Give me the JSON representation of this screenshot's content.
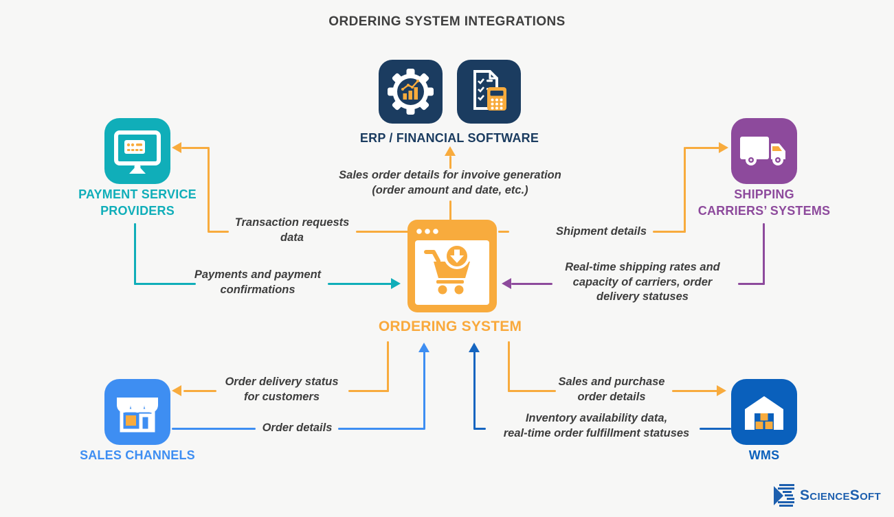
{
  "title": "ORDERING SYSTEM INTEGRATIONS",
  "palette": {
    "background": "#f7f7f6",
    "orange": "#f8ab3d",
    "teal": "#10aeb9",
    "purple": "#8d4a9c",
    "navy": "#1b3c60",
    "sales_blue": "#3e8ef2",
    "wms_blue": "#0a60bc",
    "arrow_dark_blue": "#1565c0",
    "flow_text": "#3d3d3d",
    "logo_blue": "#1d5fae"
  },
  "nodes": {
    "erp": {
      "label": "ERP / FINANCIAL SOFTWARE",
      "color": "#1b3c60",
      "icons": [
        "gear-analytics-icon",
        "invoice-calculator-icon"
      ]
    },
    "payment": {
      "lines": [
        "PAYMENT SERVICE",
        "PROVIDERS"
      ],
      "color": "#10aeb9",
      "icon": "monitor-card-icon"
    },
    "shipping": {
      "lines": [
        "SHIPPING",
        "CARRIERS’ SYSTEMS"
      ],
      "color": "#8d4a9c",
      "icon": "delivery-truck-icon"
    },
    "ordering": {
      "label": "ORDERING SYSTEM",
      "color": "#f8ab3d",
      "icon": "browser-cart-icon"
    },
    "sales": {
      "label": "SALES CHANNELS",
      "color": "#3e8ef2",
      "icon": "storefront-icon"
    },
    "wms": {
      "label": "WMS",
      "color": "#0a60bc",
      "icon": "warehouse-icon"
    }
  },
  "flows": {
    "to_erp": {
      "lines": [
        "Sales order details for invoive generation",
        "(order amount and date, etc.)"
      ],
      "color": "#f8ab3d",
      "from": "ordering",
      "to": "erp"
    },
    "to_payment": {
      "lines": [
        "Transaction requests",
        "data"
      ],
      "color": "#f8ab3d",
      "from": "ordering",
      "to": "payment"
    },
    "from_payment": {
      "lines": [
        "Payments and payment",
        "confirmations"
      ],
      "color": "#10aeb9",
      "from": "payment",
      "to": "ordering"
    },
    "to_shipping": {
      "lines": [
        "Shipment details"
      ],
      "color": "#f8ab3d",
      "from": "ordering",
      "to": "shipping"
    },
    "from_shipping": {
      "lines": [
        "Real-time shipping rates and",
        "capacity of carriers, order",
        "delivery statuses"
      ],
      "color": "#8d4a9c",
      "from": "shipping",
      "to": "ordering"
    },
    "to_sales": {
      "lines": [
        "Order delivery status",
        "for customers"
      ],
      "color": "#f8ab3d",
      "from": "ordering",
      "to": "sales"
    },
    "from_sales": {
      "lines": [
        "Order details"
      ],
      "color": "#3e8ef2",
      "from": "sales",
      "to": "ordering"
    },
    "to_wms": {
      "lines": [
        "Sales and purchase",
        "order details"
      ],
      "color": "#f8ab3d",
      "from": "ordering",
      "to": "wms"
    },
    "from_wms": {
      "lines": [
        "Inventory availability data,",
        "real-time order fulfillment statuses"
      ],
      "color": "#1565c0",
      "from": "wms",
      "to": "ordering"
    }
  },
  "logo": {
    "text": "ScienceSoft",
    "color": "#1d5fae"
  }
}
